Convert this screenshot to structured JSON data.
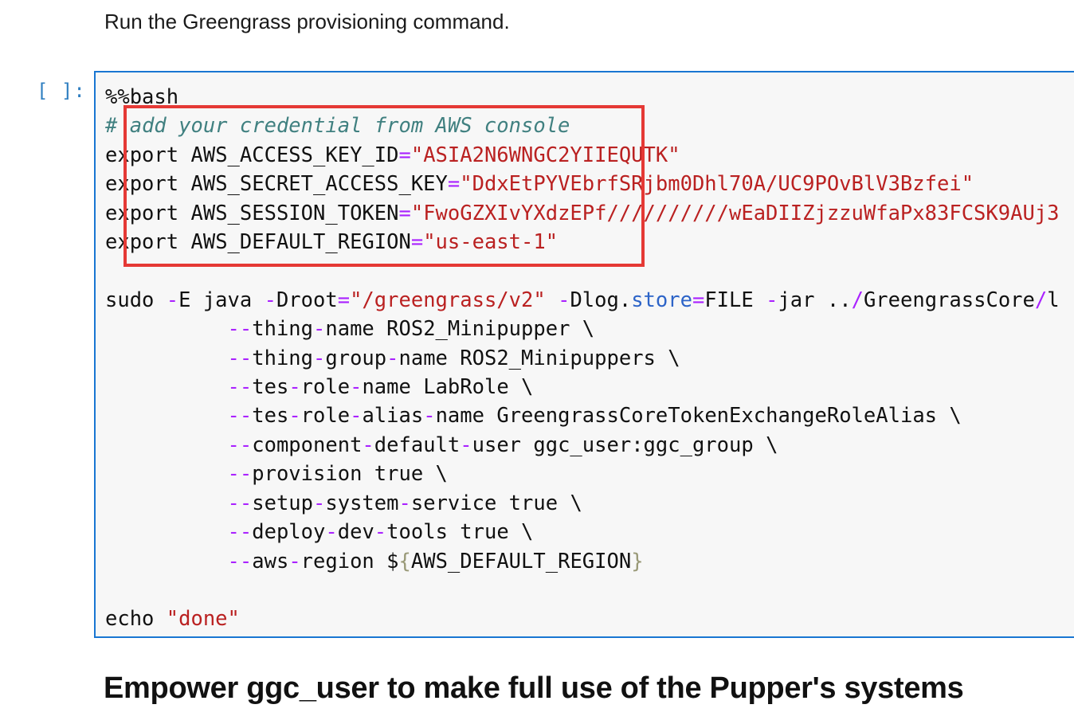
{
  "markdown_text": "Run the Greengrass provisioning command.",
  "prompt_label": "[ ]:",
  "code": {
    "magic": "%%bash",
    "comment_hash": "#",
    "comment_text": "add your credential from AWS console",
    "exports": [
      {
        "keyword": "export",
        "name": "AWS_ACCESS_KEY_ID",
        "eq": "=",
        "value": "\"ASIA2N6WNGC2YIIEQUTK\""
      },
      {
        "keyword": "export",
        "name": "AWS_SECRET_ACCESS_KEY",
        "eq": "=",
        "value": "\"DdxEtPYVEbrfSRjbm0Dhl70A/UC9POvBlV3Bzfei\""
      },
      {
        "keyword": "export",
        "name": "AWS_SESSION_TOKEN",
        "eq": "=",
        "value": "\"FwoGZXIvYXdzEPf//////////wEaDIIZjzzuWfaPx83FCSK9AUj3"
      },
      {
        "keyword": "export",
        "name": "AWS_DEFAULT_REGION",
        "eq": "=",
        "value": "\"us-east-1\""
      }
    ],
    "sudo_line": {
      "sudo": "sudo ",
      "flag_e": "-",
      "e": "E java ",
      "flag_d": "-",
      "droot": "Droot",
      "eq1": "=",
      "droot_val": "\"/greengrass/v2\"",
      "sp1": " ",
      "flag_dlog": "-",
      "dlog": "Dlog.",
      "store": "store",
      "eq2": "=",
      "file": "FILE ",
      "flag_jar": "-",
      "jar": "jar ..",
      "slash1": "/",
      "ggcore": "GreengrassCore",
      "slash2": "/",
      "tail": "l"
    },
    "args": [
      {
        "parts": [
          "thing",
          "-",
          "name ROS2_Minipupper \\"
        ]
      },
      {
        "parts": [
          "thing",
          "-",
          "group",
          "-",
          "name ROS2_Minipuppers \\"
        ]
      },
      {
        "parts": [
          "tes",
          "-",
          "role",
          "-",
          "name LabRole \\"
        ]
      },
      {
        "parts": [
          "tes",
          "-",
          "role",
          "-",
          "alias",
          "-",
          "name GreengrassCoreTokenExchangeRoleAlias \\"
        ]
      },
      {
        "parts": [
          "component",
          "-",
          "default",
          "-",
          "user ggc_user:ggc_group \\"
        ]
      },
      {
        "parts": [
          "provision true \\"
        ]
      },
      {
        "parts": [
          "setup",
          "-",
          "system",
          "-",
          "service true \\"
        ]
      },
      {
        "parts": [
          "deploy",
          "-",
          "dev",
          "-",
          "tools true \\"
        ]
      },
      {
        "parts": [
          "aws",
          "-",
          "region $"
        ]
      }
    ],
    "dashdash": "--",
    "region_open": "{",
    "region_var": "AWS_DEFAULT_REGION",
    "region_close": "}",
    "echo": "echo ",
    "echo_val": "\"done\""
  },
  "heading": "Empower ggc_user to make full use of the Pupper's systems",
  "colors": {
    "cell_border": "#1976d2",
    "highlight_box": "#e53935",
    "string": "#ba2121",
    "operator": "#aa22ff",
    "comment": "#408080"
  }
}
